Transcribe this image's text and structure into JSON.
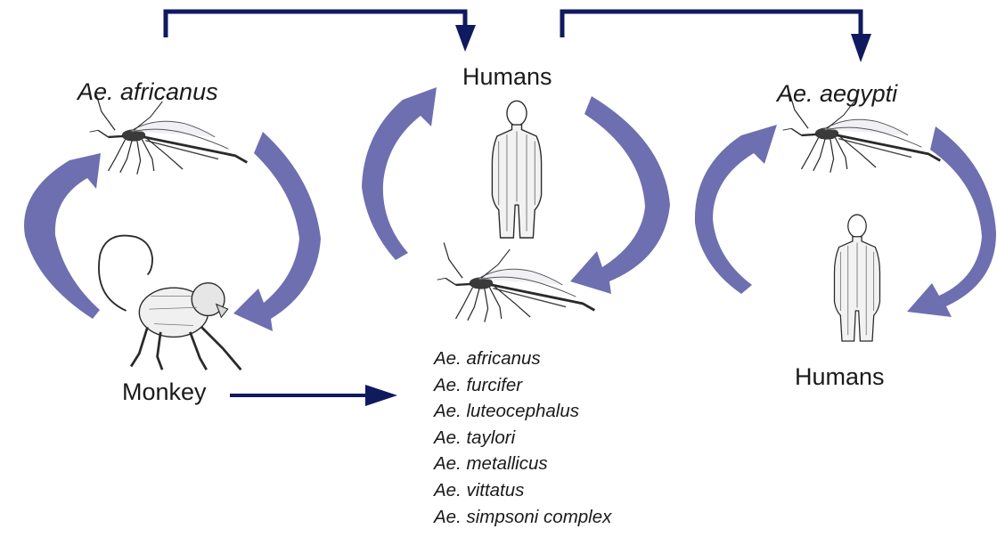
{
  "labels": {
    "left_vector": "Ae. africanus",
    "center_host": "Humans",
    "right_vector": "Ae. aegypti",
    "left_host": "Monkey",
    "right_host": "Humans"
  },
  "species_list": [
    "Ae. africanus",
    "Ae. furcifer",
    "Ae. luteocephalus",
    "Ae. taylori",
    "Ae. metallicus",
    "Ae. vittatus",
    "Ae. simpsoni complex"
  ],
  "icons": {
    "cycle_arrow": "curved-cycle-arrow-icon",
    "connector_arrow": "navy-connector-arrow-icon",
    "mosquito": "mosquito-icon",
    "human": "human-figure-icon",
    "monkey": "monkey-icon"
  },
  "colors": {
    "cycle_arrow": "#6e6fb0",
    "connector_arrow": "#101a5e",
    "sketch": "#2a2a2a",
    "text": "#1a1a1a"
  }
}
